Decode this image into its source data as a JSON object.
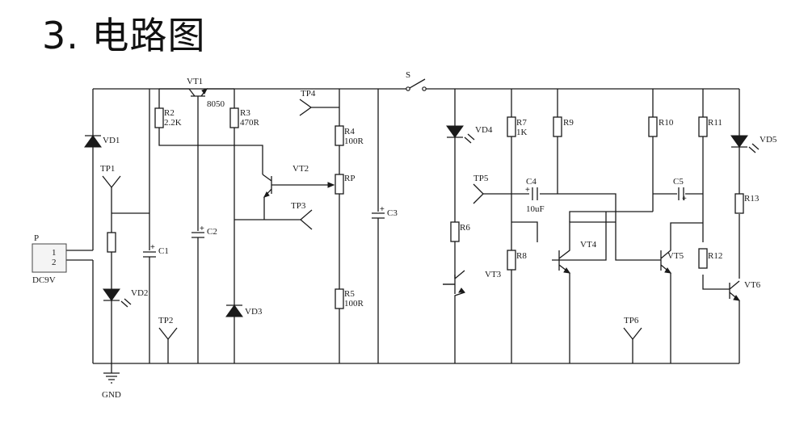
{
  "title": "3. 电路图",
  "labels": {
    "P": "P",
    "pin1": "1",
    "pin2": "2",
    "DC9V": "DC9V",
    "GND": "GND",
    "VD1": "VD1",
    "VD2": "VD2",
    "VD3": "VD3",
    "VD4": "VD4",
    "VD5": "VD5",
    "TP1": "TP1",
    "TP2": "TP2",
    "TP3": "TP3",
    "TP4": "TP4",
    "TP5": "TP5",
    "TP6": "TP6",
    "C1": "C1",
    "C2": "C2",
    "C3": "C3",
    "C4": "C4",
    "C4_val": "10uF",
    "C5": "C5",
    "VT1": "VT1",
    "VT1_type": "8050",
    "VT2": "VT2",
    "VT3": "VT3",
    "VT4": "VT4",
    "VT5": "VT5",
    "VT6": "VT6",
    "R2": "R2",
    "R2_val": "2.2K",
    "R3": "R3",
    "R3_val": "470R",
    "R4": "R4",
    "R4_val": "100R",
    "R5": "R5",
    "R5_val": "100R",
    "RP": "RP",
    "R6": "R6",
    "R7": "R7",
    "R7_val": "1K",
    "R8": "R8",
    "R9": "R9",
    "R10": "R10",
    "R11": "R11",
    "R12": "R12",
    "R13": "R13",
    "S": "S",
    "plus": "+"
  }
}
